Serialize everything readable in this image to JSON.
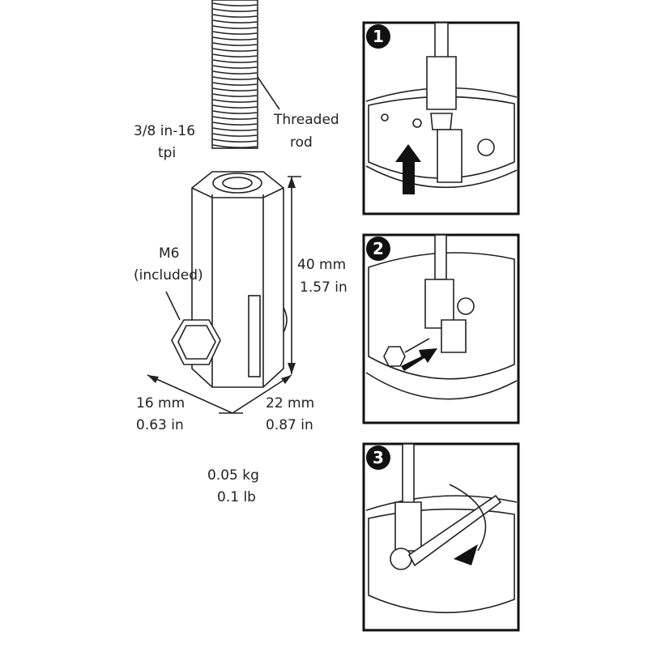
{
  "labels": {
    "threaded_rod": [
      "Threaded",
      "rod"
    ],
    "thread_spec": [
      "3/8 in-16",
      "tpi"
    ],
    "bolt": [
      "M6",
      "(included)"
    ],
    "height": [
      "40 mm",
      "1.57 in"
    ],
    "width_a": [
      "16 mm",
      "0.63 in"
    ],
    "width_b": [
      "22 mm",
      "0.87 in"
    ],
    "weight": [
      "0.05 kg",
      "0.1 lb"
    ]
  },
  "steps": [
    "1",
    "2",
    "3"
  ]
}
